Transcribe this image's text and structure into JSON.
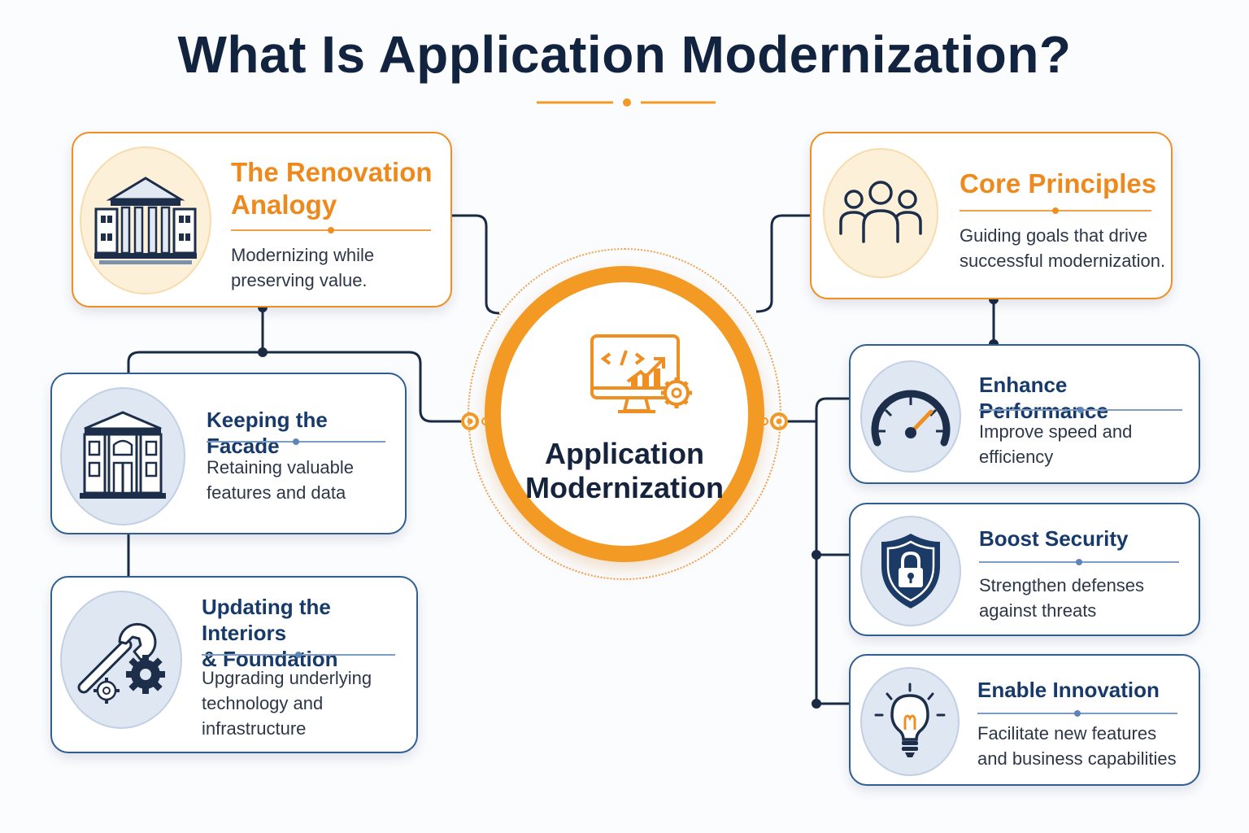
{
  "header": {
    "title": "What Is Application Modernization?"
  },
  "hub": {
    "label_line1": "Application",
    "label_line2": "Modernization",
    "icon": "monitor-code-growth-gear-icon"
  },
  "colors": {
    "navy": "#12233f",
    "accent_orange": "#f39a24",
    "card_blue_border": "#2f5e93",
    "icon_bg_blue": "#dfe7f3",
    "icon_bg_warm": "#fdf0d9"
  },
  "left": {
    "analogy": {
      "title_line1": "The Renovation",
      "title_line2": "Analogy",
      "desc_line1": "Modernizing while",
      "desc_line2": "preserving value.",
      "icon": "classical-building-icon"
    },
    "facade": {
      "title": "Keeping the Facade",
      "desc_line1": "Retaining valuable",
      "desc_line2": "features and data",
      "icon": "building-facade-icon"
    },
    "interiors": {
      "title_line1": "Updating the Interiors",
      "title_line2": "& Foundation",
      "desc_line1": "Upgrading underlying",
      "desc_line2": "technology and",
      "desc_line3": "infrastructure",
      "icon": "wrench-gears-icon"
    }
  },
  "right": {
    "principles": {
      "title": "Core Principles",
      "desc_line1": "Guiding goals that drive",
      "desc_line2": "successful modernization.",
      "icon": "people-group-icon"
    },
    "performance": {
      "title": "Enhance Performance",
      "desc_line1": "Improve speed and",
      "desc_line2": "efficiency",
      "icon": "speedometer-icon"
    },
    "security": {
      "title": "Boost Security",
      "desc_line1": "Strengthen defenses",
      "desc_line2": "against threats",
      "icon": "shield-lock-icon"
    },
    "innovation": {
      "title": "Enable Innovation",
      "desc_line1": "Facilitate new features",
      "desc_line2": "and business capabilities",
      "icon": "lightbulb-icon"
    }
  }
}
